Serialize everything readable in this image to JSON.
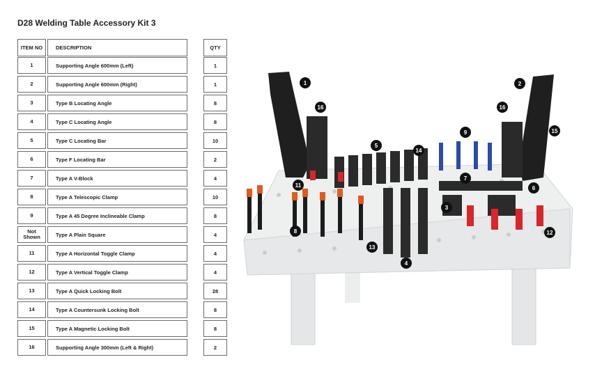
{
  "title": "D28 Welding Table Accessory Kit 3",
  "table": {
    "headers": {
      "item_no": "ITEM NO",
      "description": "DESCRIPTION",
      "qty": "QTY"
    },
    "rows": [
      {
        "item_no": "1",
        "description": "Supporting Angle 600mm (Left)",
        "qty": "1"
      },
      {
        "item_no": "2",
        "description": "Supporting Angle 600mm (Right)",
        "qty": "1"
      },
      {
        "item_no": "3",
        "description": "Type B Locating Angle",
        "qty": "8"
      },
      {
        "item_no": "4",
        "description": "Type C Locating Angle",
        "qty": "8"
      },
      {
        "item_no": "5",
        "description": "Type C Locating Bar",
        "qty": "10"
      },
      {
        "item_no": "6",
        "description": "Type F Locating Bar",
        "qty": "2"
      },
      {
        "item_no": "7",
        "description": "Type A V-Block",
        "qty": "4"
      },
      {
        "item_no": "8",
        "description": "Type A Telescopic Clamp",
        "qty": "10"
      },
      {
        "item_no": "9",
        "description": "Type A 45 Degree Incline­able Clamp",
        "qty": "8"
      },
      {
        "item_no": "Not Shown",
        "description": "Type A Plain Square",
        "qty": "4"
      },
      {
        "item_no": "11",
        "description": "Type A Horizontal Toggle Clamp",
        "qty": "4"
      },
      {
        "item_no": "12",
        "description": "Type A Vertical Toggle Clamp",
        "qty": "4"
      },
      {
        "item_no": "13",
        "description": "Type A Quick Locking Bolt",
        "qty": "28"
      },
      {
        "item_no": "14",
        "description": "Type A Countersunk Locking Bolt",
        "qty": "8"
      },
      {
        "item_no": "15",
        "description": "Type A Magnetic Locking Bolt",
        "qty": "8"
      },
      {
        "item_no": "16",
        "description": "Supporting Angle  300mm (Left & Right)",
        "qty": "2"
      }
    ]
  },
  "photo_markers": [
    "1",
    "2",
    "16",
    "16",
    "9",
    "5",
    "14",
    "15",
    "11",
    "7",
    "6",
    "3",
    "8",
    "12",
    "13",
    "4"
  ]
}
